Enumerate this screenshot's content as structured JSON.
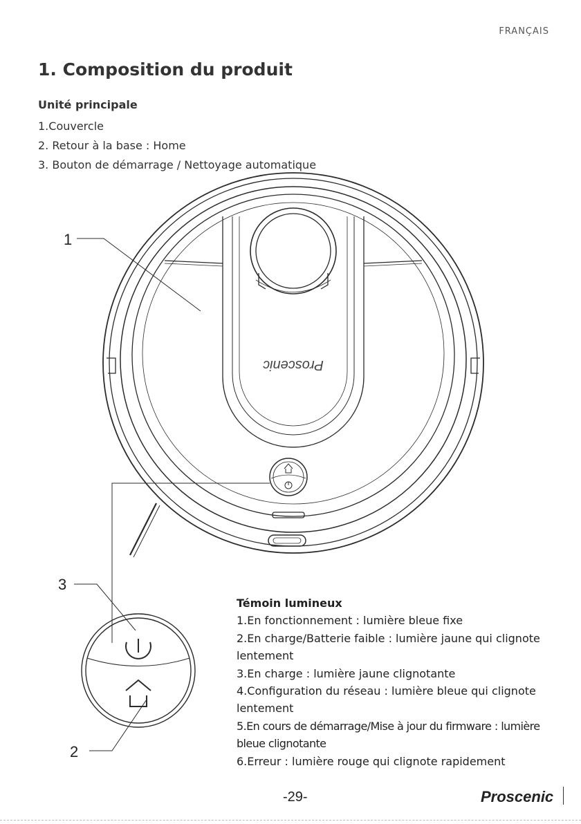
{
  "header": {
    "language": "FRANÇAIS"
  },
  "section_title": "1. Composition du produit",
  "main_unit": {
    "heading": "Unité principale",
    "parts": [
      "1.Couvercle",
      "2. Retour à la base : Home",
      "3. Bouton de démarrage / Nettoyage automatique"
    ]
  },
  "figure": {
    "callouts": [
      "1",
      "3",
      "2"
    ],
    "lid_brand": "Proscenic"
  },
  "indicator": {
    "heading": "Témoin lumineux",
    "items": [
      "1.En fonctionnement : lumière bleue fixe",
      "2.En charge/Batterie faible : lumière jaune qui clignote lentement",
      "3.En charge : lumière jaune clignotante",
      "4.Configuration du réseau : lumière bleue qui clignote lentement",
      "5.En cours de démarrage/Mise à jour du firmware : lumière bleue clignotante",
      "6.Erreur : lumière rouge qui clignote rapidement"
    ]
  },
  "footer": {
    "page_number": "-29-",
    "brand": "Proscenic"
  }
}
